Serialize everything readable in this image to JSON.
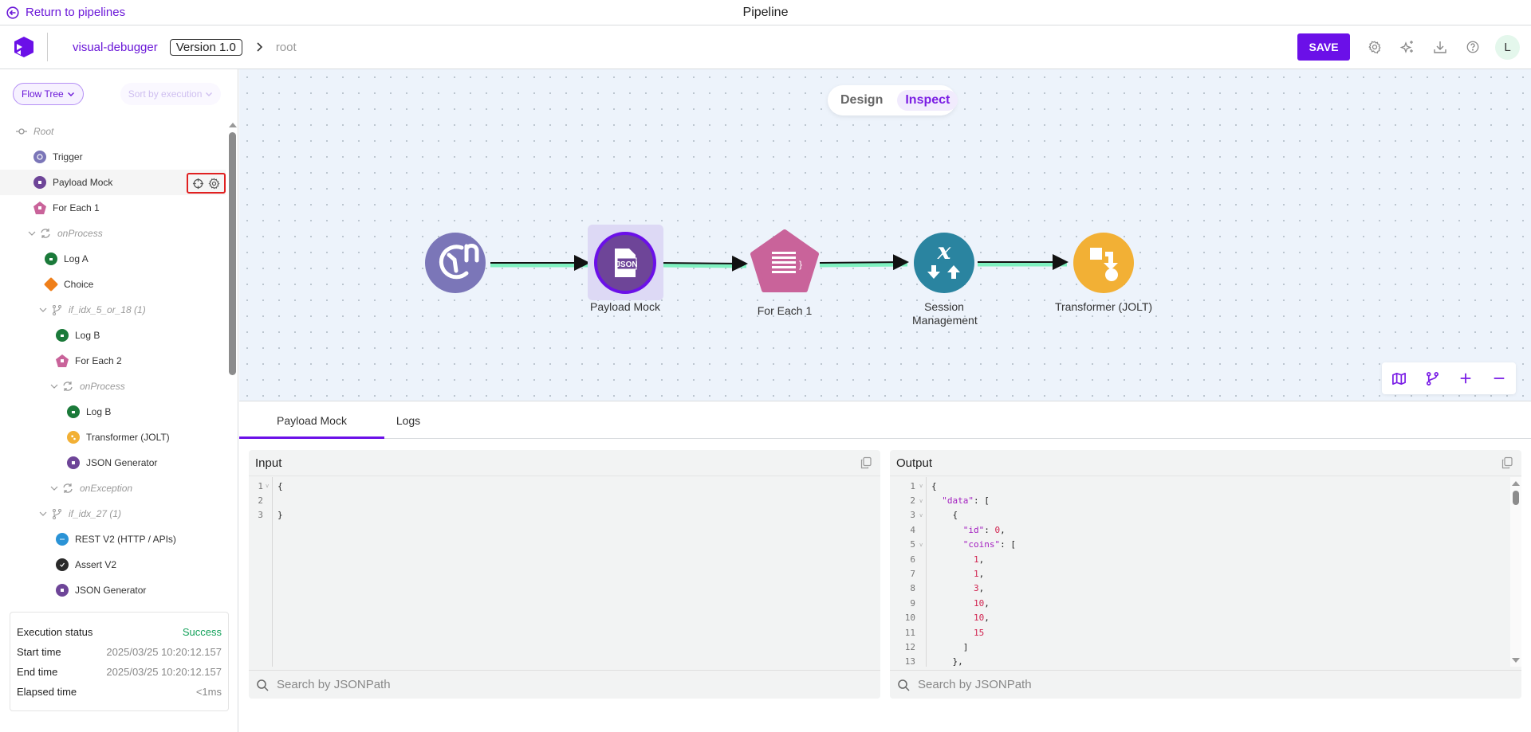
{
  "topbar": {
    "return_label": "Return to pipelines",
    "title": "Pipeline"
  },
  "header": {
    "project_name": "visual-debugger",
    "version": "Version 1.0",
    "breadcrumb_root": "root",
    "save_label": "SAVE",
    "avatar_initial": "L",
    "icons": [
      "gear-icon",
      "ai-sparkle-icon",
      "download-icon",
      "help-icon"
    ],
    "brand_color": "#6b10e8"
  },
  "sidebar": {
    "view_select": "Flow Tree",
    "sort_select": "Sort by execution",
    "tree": [
      {
        "label": "Root",
        "type": "group",
        "depth": 0,
        "icon": "root-icon"
      },
      {
        "label": "Trigger",
        "type": "node",
        "depth": 1,
        "color": "#7b76b8",
        "icon": "trigger-icon"
      },
      {
        "label": "Payload Mock",
        "type": "node",
        "depth": 1,
        "color": "#6e4598",
        "icon": "json-icon",
        "selected": true
      },
      {
        "label": "For Each 1",
        "type": "node",
        "depth": 1,
        "color": "#c9639a",
        "icon": "foreach-icon"
      },
      {
        "label": "onProcess",
        "type": "group",
        "depth": 1,
        "icon": "loop-icon",
        "expanded": true
      },
      {
        "label": "Log A",
        "type": "node",
        "depth": 2,
        "color": "#1b7a3a",
        "icon": "log-icon"
      },
      {
        "label": "Choice",
        "type": "node",
        "depth": 2,
        "color": "#ef7f1a",
        "icon": "choice-icon"
      },
      {
        "label": "if_idx_5_or_18 (1)",
        "type": "group",
        "depth": 2,
        "icon": "branch-icon",
        "expanded": true
      },
      {
        "label": "Log B",
        "type": "node",
        "depth": 3,
        "color": "#1b7a3a",
        "icon": "log-icon"
      },
      {
        "label": "For Each 2",
        "type": "node",
        "depth": 3,
        "color": "#c9639a",
        "icon": "foreach-icon"
      },
      {
        "label": "onProcess",
        "type": "group",
        "depth": 3,
        "icon": "loop-icon",
        "expanded": true
      },
      {
        "label": "Log B",
        "type": "node",
        "depth": 4,
        "color": "#1b7a3a",
        "icon": "log-icon"
      },
      {
        "label": "Transformer (JOLT)",
        "type": "node",
        "depth": 4,
        "color": "#f2b035",
        "icon": "transform-icon"
      },
      {
        "label": "JSON Generator",
        "type": "node",
        "depth": 4,
        "color": "#6e4598",
        "icon": "json-icon"
      },
      {
        "label": "onException",
        "type": "group",
        "depth": 3,
        "icon": "loop-icon",
        "expanded": true
      },
      {
        "label": "if_idx_27 (1)",
        "type": "group",
        "depth": 2,
        "icon": "branch-icon",
        "expanded": true
      },
      {
        "label": "REST V2 (HTTP / APIs)",
        "type": "node",
        "depth": 3,
        "color": "#2a93d6",
        "icon": "rest-icon"
      },
      {
        "label": "Assert V2",
        "type": "node",
        "depth": 3,
        "color": "#2a2a2a",
        "icon": "assert-icon"
      },
      {
        "label": "JSON Generator",
        "type": "node",
        "depth": 3,
        "color": "#6e4598",
        "icon": "json-icon"
      }
    ],
    "execution": {
      "status_label": "Execution status",
      "status_value": "Success",
      "start_label": "Start time",
      "start_value": "2025/03/25 10:20:12.157",
      "end_label": "End time",
      "end_value": "2025/03/25 10:20:12.157",
      "elapsed_label": "Elapsed time",
      "elapsed_value": "<1ms"
    }
  },
  "canvas": {
    "modes": [
      "Design",
      "Inspect"
    ],
    "active_mode": "Inspect",
    "nodes": [
      {
        "label": "",
        "name": "Trigger",
        "color": "#7b76b8",
        "shape": "circle"
      },
      {
        "label": "Payload Mock",
        "name": "Payload Mock",
        "color": "#6e4598",
        "shape": "circle",
        "selected": true
      },
      {
        "label": "For Each 1",
        "name": "For Each 1",
        "color": "#c9639a",
        "shape": "pentagon"
      },
      {
        "label": "Session Management",
        "name": "Session Management",
        "color": "#2a84a0",
        "shape": "circle"
      },
      {
        "label": "Transformer (JOLT)",
        "name": "Transformer (JOLT)",
        "color": "#f2b035",
        "shape": "circle"
      }
    ],
    "controls": [
      "map-icon",
      "branch-icon",
      "zoom-in-icon",
      "zoom-out-icon"
    ]
  },
  "bottom": {
    "tabs": [
      "Payload Mock",
      "Logs"
    ],
    "active_tab": "Payload Mock",
    "input": {
      "title": "Input",
      "lines": [
        {
          "n": "1",
          "fold": true,
          "html": "{"
        },
        {
          "n": "2",
          "fold": false,
          "html": ""
        },
        {
          "n": "3",
          "fold": false,
          "html": "}"
        }
      ],
      "search_placeholder": "Search by JSONPath"
    },
    "output": {
      "title": "Output",
      "lines": [
        {
          "n": "1",
          "fold": true,
          "html": "{"
        },
        {
          "n": "2",
          "fold": true,
          "html": "  <span class=\"k\">\"data\"</span>: ["
        },
        {
          "n": "3",
          "fold": true,
          "html": "    {"
        },
        {
          "n": "4",
          "fold": false,
          "html": "      <span class=\"k\">\"id\"</span>: <span class=\"n\">0</span>,"
        },
        {
          "n": "5",
          "fold": true,
          "html": "      <span class=\"k\">\"coins\"</span>: ["
        },
        {
          "n": "6",
          "fold": false,
          "html": "        <span class=\"n\">1</span>,"
        },
        {
          "n": "7",
          "fold": false,
          "html": "        <span class=\"n\">1</span>,"
        },
        {
          "n": "8",
          "fold": false,
          "html": "        <span class=\"n\">3</span>,"
        },
        {
          "n": "9",
          "fold": false,
          "html": "        <span class=\"n\">10</span>,"
        },
        {
          "n": "10",
          "fold": false,
          "html": "        <span class=\"n\">10</span>,"
        },
        {
          "n": "11",
          "fold": false,
          "html": "        <span class=\"n\">15</span>"
        },
        {
          "n": "12",
          "fold": false,
          "html": "      ]"
        },
        {
          "n": "13",
          "fold": false,
          "html": "    },"
        }
      ],
      "search_placeholder": "Search by JSONPath"
    }
  }
}
